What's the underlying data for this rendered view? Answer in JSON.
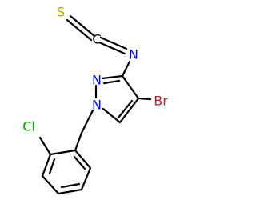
{
  "molecule": {
    "atoms": {
      "sulfur": "S",
      "carbon_isothiocyanate": "C",
      "nitrogen_isothiocyanate": "N",
      "nitrogen_ring_2": "N",
      "nitrogen_ring_1": "N",
      "bromine": "Br",
      "chlorine": "Cl"
    },
    "colors": {
      "S": "#b8a000",
      "C": "#000000",
      "N": "#0000ff",
      "Br": "#a52a2a",
      "Cl": "#00a000"
    }
  }
}
